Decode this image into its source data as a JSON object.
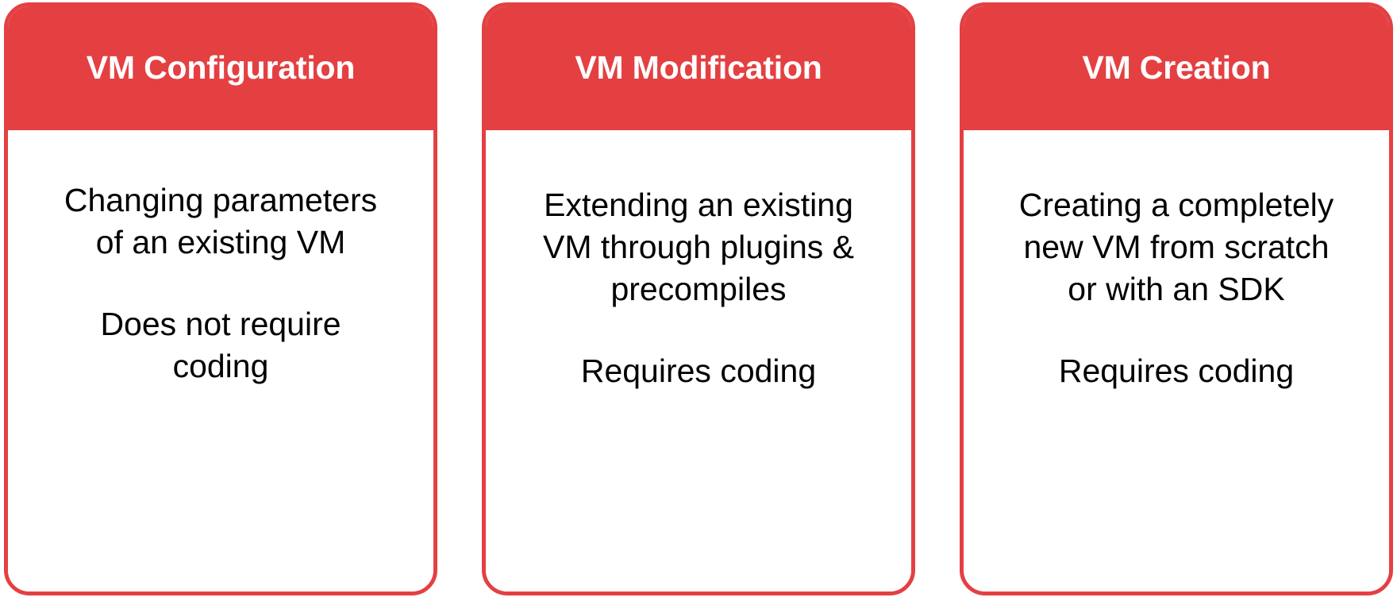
{
  "accent_color": "#e44042",
  "header_text_color": "#ffffff",
  "body_text_color": "#000000",
  "background_color": "#ffffff",
  "cards": [
    {
      "title": "VM Configuration",
      "paragraphs": [
        "Changing parameters of an existing VM",
        "Does not require coding"
      ]
    },
    {
      "title": "VM Modification",
      "paragraphs": [
        "Extending an existing VM through plugins & precompiles",
        "Requires coding"
      ]
    },
    {
      "title": "VM Creation",
      "paragraphs": [
        "Creating a completely new VM from scratch or with an SDK",
        "Requires coding"
      ]
    }
  ]
}
